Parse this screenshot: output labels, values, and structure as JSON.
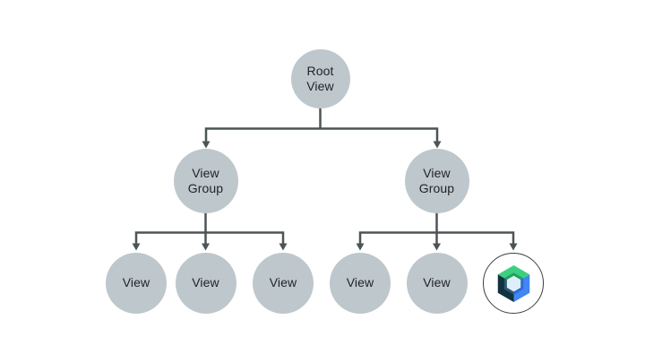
{
  "diagram": {
    "name": "android-view-hierarchy-with-compose",
    "background": "#ffffff",
    "colors": {
      "background": "#ffffff",
      "node_fill": "#bec7cc",
      "connector": "#4d5456",
      "label_text": "#1f2326",
      "compose_ring": "#3a3f42",
      "compose_green": "#3bd07f",
      "compose_green_dark": "#1fa161",
      "compose_blue": "#4285f4",
      "compose_blue_dark": "#2e6bd3",
      "compose_navy": "#123240",
      "compose_navy_light": "#2b5a72",
      "compose_center": "#dfeffa"
    },
    "nodes": {
      "root": {
        "label": "Root\nView"
      },
      "group_left": {
        "label": "View\nGroup"
      },
      "group_right": {
        "label": "View\nGroup"
      },
      "view1": {
        "label": "View"
      },
      "view2": {
        "label": "View"
      },
      "view3": {
        "label": "View"
      },
      "view4": {
        "label": "View"
      },
      "view5": {
        "label": "View"
      },
      "compose": {
        "icon": "jetpack-compose-logo"
      }
    },
    "edges": [
      [
        "root",
        "group_left"
      ],
      [
        "root",
        "group_right"
      ],
      [
        "group_left",
        "view1"
      ],
      [
        "group_left",
        "view2"
      ],
      [
        "group_left",
        "view3"
      ],
      [
        "group_right",
        "view4"
      ],
      [
        "group_right",
        "view5"
      ],
      [
        "group_right",
        "compose"
      ]
    ]
  }
}
